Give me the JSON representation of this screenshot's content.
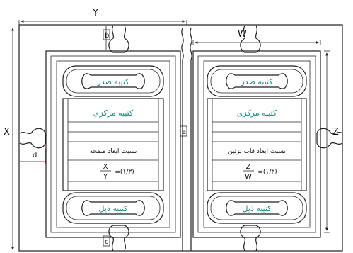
{
  "dims": {
    "Y": "Y",
    "W": "W",
    "X": "X",
    "Z": "Z",
    "a": "a",
    "b": "b",
    "c": "c",
    "d": "d"
  },
  "left_page": {
    "top_cartouche": "کتیبه صدر",
    "center_title": "کتیبه مرکزی",
    "ratio_caption": "نسبت ابعاد صفحه",
    "ratio_num": "X",
    "ratio_den": "Y",
    "ratio_value": "=(۱/۳)",
    "bottom_cartouche": "کتیبه ذیل"
  },
  "right_page": {
    "top_cartouche": "کتیبه صدر",
    "center_title": "کتیبه مرکزی",
    "ratio_caption": "نسبت ابعاد قاب تزئین",
    "ratio_num": "Z",
    "ratio_den": "W",
    "ratio_value": "=(۱/۳)",
    "bottom_cartouche": "کتیبه ذیل"
  },
  "colors": {
    "cartouche_text": "#1f8a7e",
    "dimension_d": "#b03030"
  }
}
